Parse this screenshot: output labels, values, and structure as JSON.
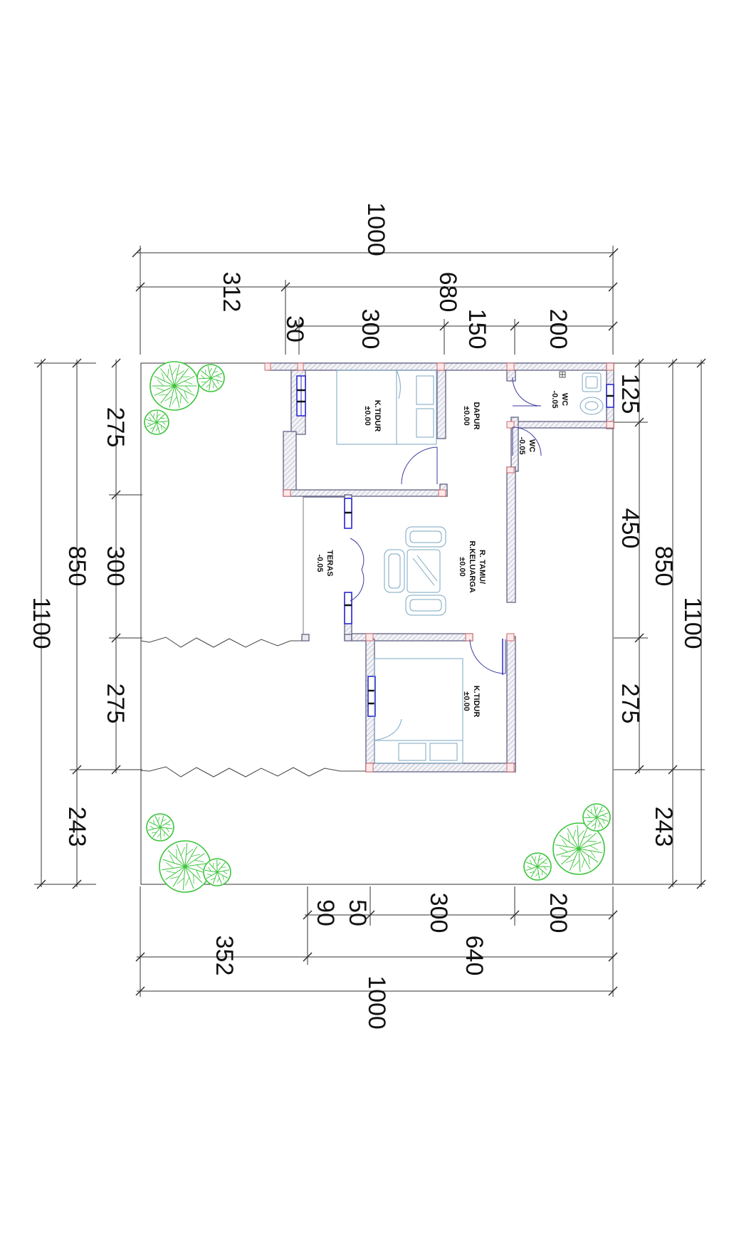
{
  "dimensions": {
    "horizontal_top_total": "1000",
    "horizontal_top_split": [
      "312",
      "680"
    ],
    "horizontal_top_detail": [
      "30",
      "300",
      "150",
      "200"
    ],
    "horizontal_bottom_detail": [
      "90",
      "50",
      "300",
      "200"
    ],
    "horizontal_bottom_split": [
      "352",
      "640"
    ],
    "horizontal_bottom_total": "1000",
    "vertical_left_total": "1100",
    "vertical_left_mid": [
      "850",
      "243"
    ],
    "vertical_left_detail": [
      "275",
      "300",
      "275"
    ],
    "vertical_right_detail": [
      "125",
      "450",
      "275"
    ],
    "vertical_right_mid": [
      "850",
      "243"
    ],
    "vertical_right_total": "1100"
  },
  "rooms": {
    "k_tidur_1": {
      "name": "K.TIDUR",
      "level": "±0.00"
    },
    "dapur": {
      "name": "DAPUR",
      "level": "±0.00"
    },
    "wc_1": {
      "name": "WC",
      "level": "-0.05"
    },
    "wc_2": {
      "name": "WC",
      "level": "-0.05"
    },
    "r_tamu": {
      "name1": "R. TAMU/",
      "name2": "R.KELUARGA",
      "level": "±0.00"
    },
    "teras": {
      "name": "TERAS",
      "level": "-0.05"
    },
    "k_tidur_2": {
      "name": "K.TIDUR",
      "level": "±0.00"
    }
  },
  "colors": {
    "tree": "#3cc43c",
    "window": "#2a2ad0",
    "furniture": "#7aa6c2",
    "wall": "#6b6b8c"
  }
}
